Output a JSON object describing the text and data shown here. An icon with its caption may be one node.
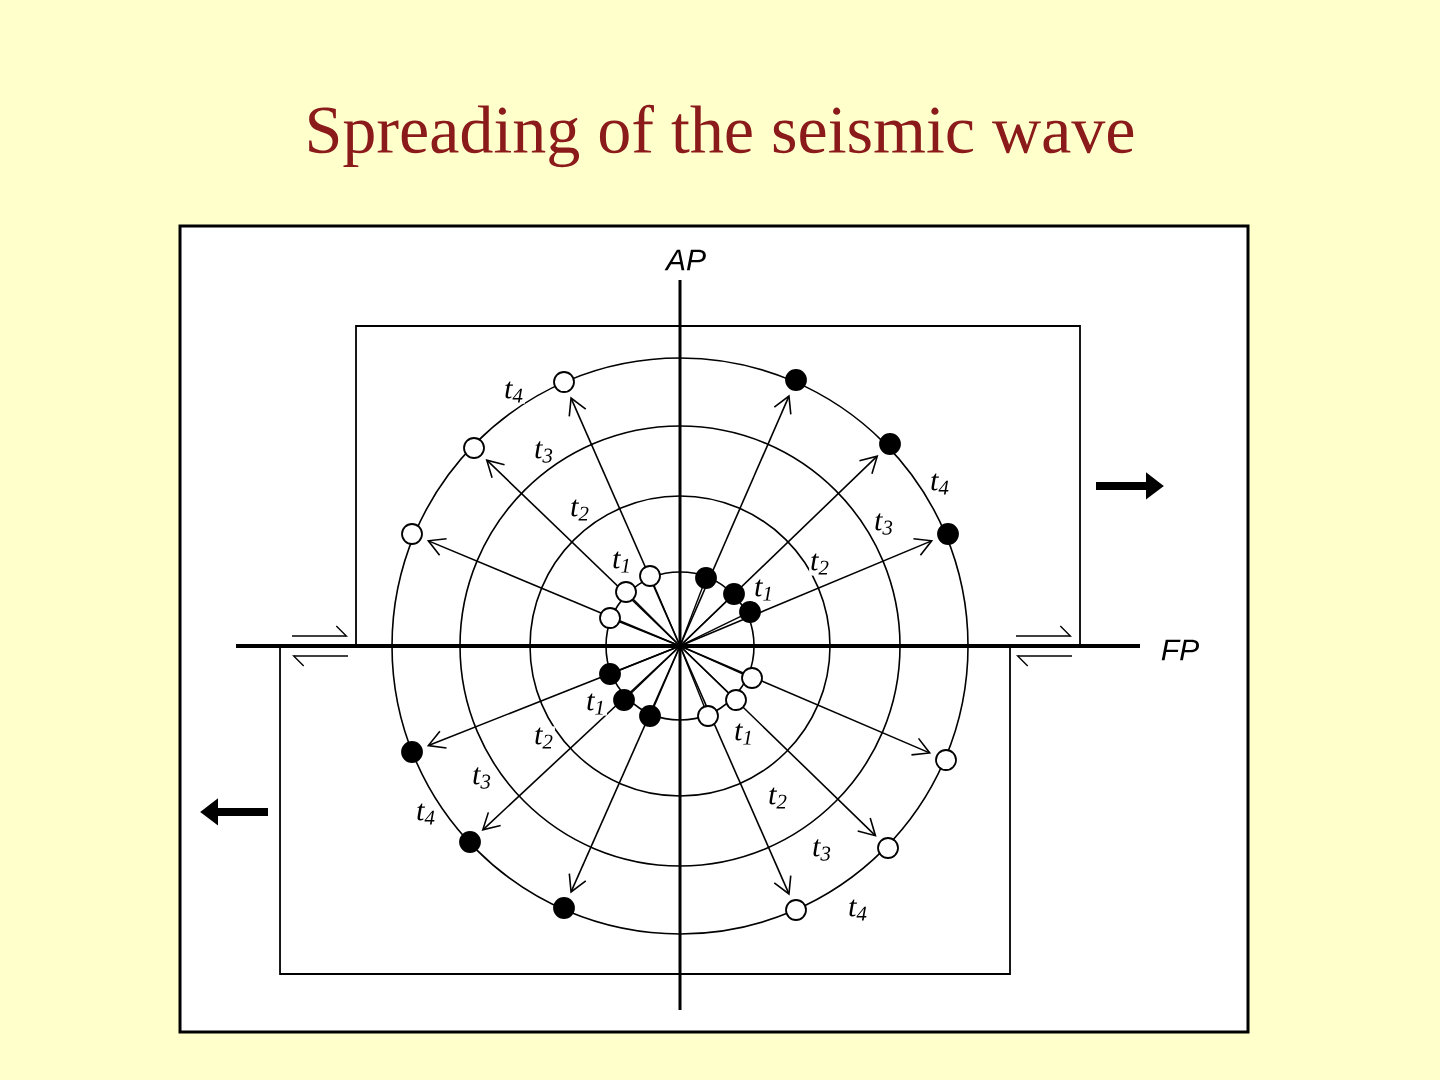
{
  "diagram": {
    "title": "Spreading of the seismic wave",
    "labels": [
      "AP",
      "t$_{4}$",
      "t$_{3}$",
      "t$_{2}$",
      "t$_{1}$",
      "t$_{4}$",
      "t$_{3}$",
      "t$_{2}$",
      "t$_{1}$",
      "FP",
      "t$_{1}$",
      "t$_{2}$",
      "t$_{3}$",
      "t$_{4}$",
      "t$_{1}$",
      "t$_{2}$",
      "t$_{3}$",
      "t$_{4}$"
    ]
  }
}
